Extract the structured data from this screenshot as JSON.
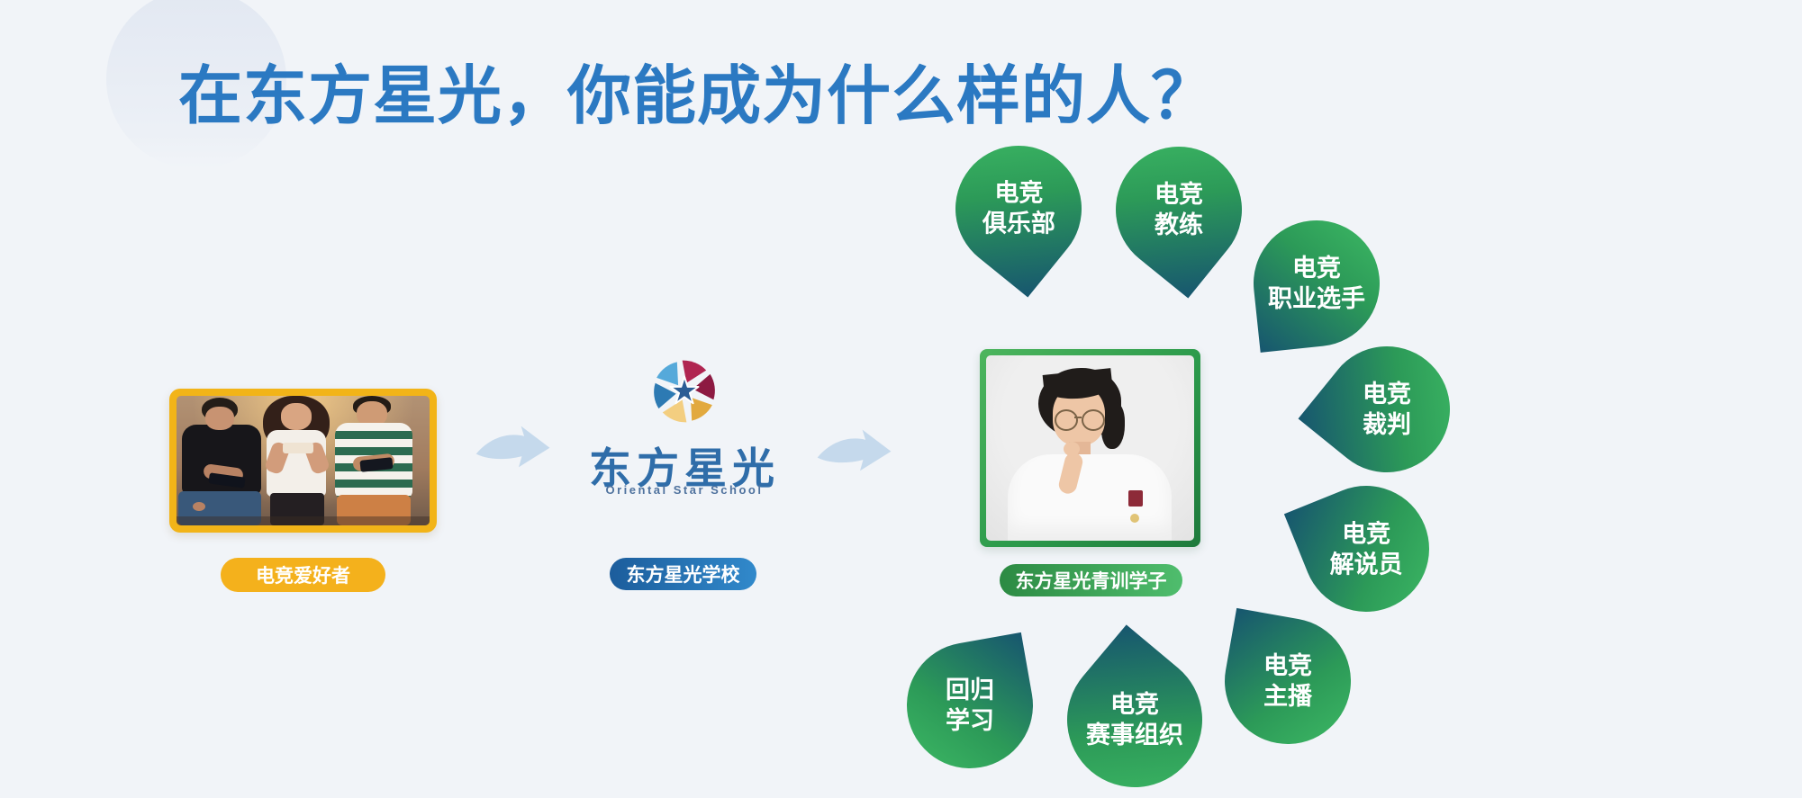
{
  "title": {
    "text": "在东方星光，你能成为什么样的人？",
    "color": "#2b79c2"
  },
  "flow": {
    "source": {
      "label": "电竞爱好者",
      "badge_color": "#f4b11c",
      "photo_alt": "three-people-playing-mobile-games"
    },
    "school": {
      "logo_title": "东方星光",
      "logo_subtitle": "Oriental Star School",
      "label": "东方星光学校",
      "badge_color": "#1c5d9c"
    },
    "student": {
      "label": "东方星光青训学子",
      "badge_color": "#2c8a43",
      "photo_alt": "youth-trainee-portrait"
    }
  },
  "careers": [
    {
      "line1": "电竞",
      "line2": "俱乐部"
    },
    {
      "line1": "电竞",
      "line2": "教练"
    },
    {
      "line1": "电竞",
      "line2": "职业选手"
    },
    {
      "line1": "电竞",
      "line2": "裁判"
    },
    {
      "line1": "电竞",
      "line2": "解说员"
    },
    {
      "line1": "电竞",
      "line2": "主播"
    },
    {
      "line1": "电竞",
      "line2": "赛事组织"
    },
    {
      "line1": "回归",
      "line2": "学习"
    }
  ],
  "icons": {
    "flow_arrow": "arrow-right-swoosh",
    "school_logo": "shutter-star"
  },
  "colors": {
    "background": "#f1f4f8",
    "title_blue": "#2b79c2",
    "drop_green_light": "#3db964",
    "drop_teal_dark": "#17566f",
    "pill_yellow": "#f4b11c",
    "pill_blue_gradient": [
      "#1c5d9c",
      "#3189cb"
    ],
    "pill_green_gradient": [
      "#2c8a43",
      "#4fbd6d"
    ],
    "frame_yellow": "#f2b418",
    "frame_green": "#2c9a4b",
    "arrow_blue": "#c5d9ec"
  }
}
